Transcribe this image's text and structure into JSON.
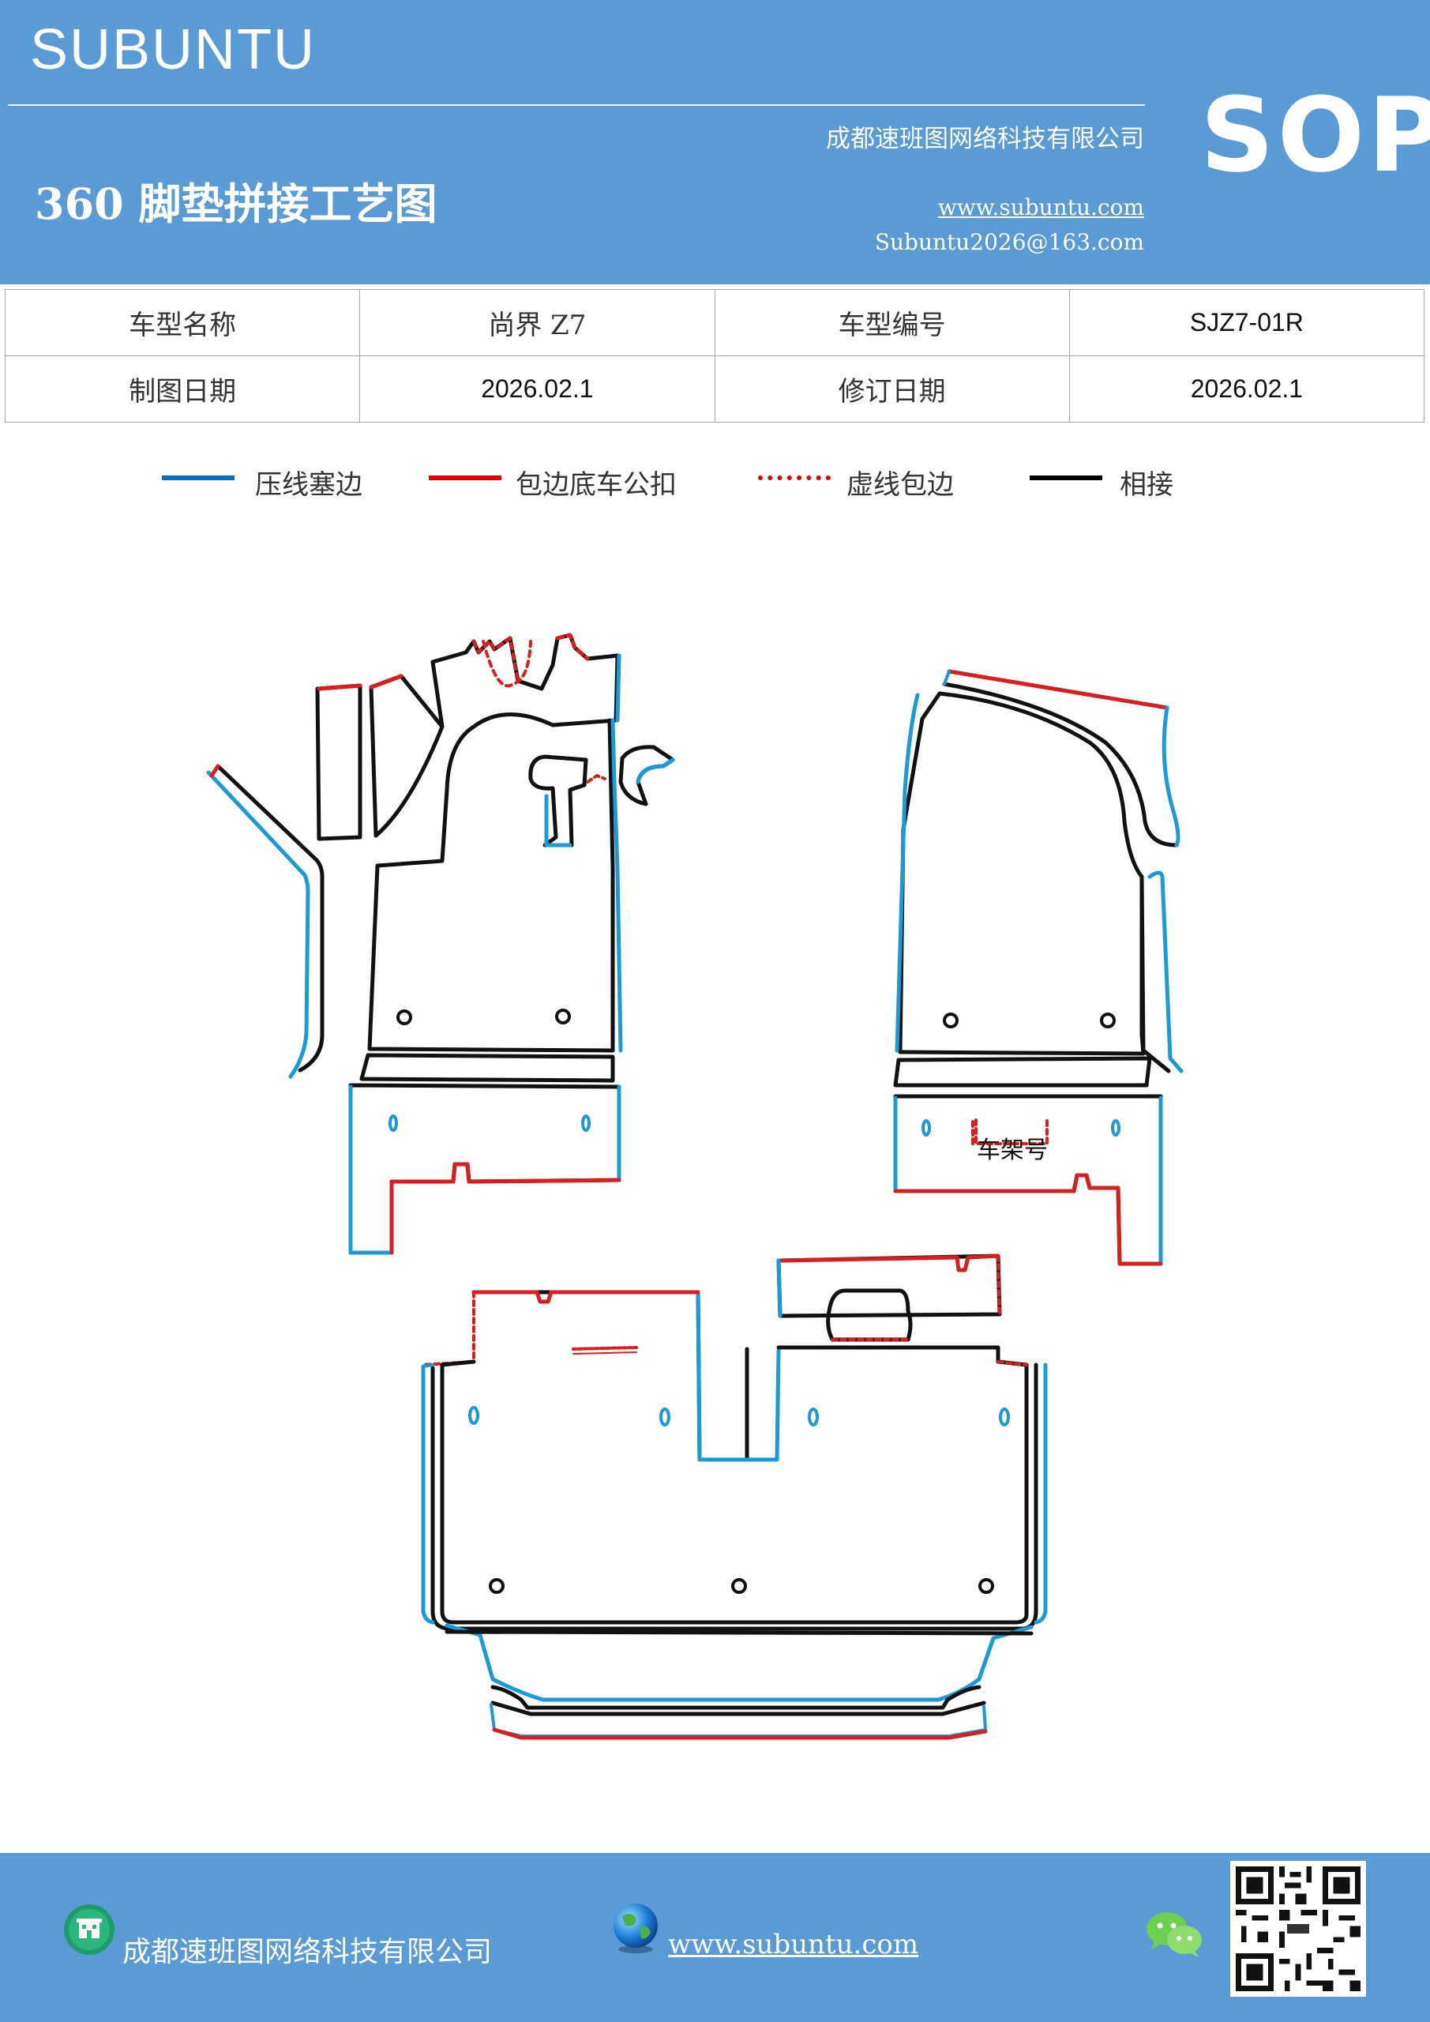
{
  "header": {
    "brand": "SUBUNTU",
    "company": "成都速班图网络科技有限公司",
    "badge": "SOP",
    "title": "360 脚垫拼接工艺图",
    "website": "www.subuntu.com",
    "email": "Subuntu2026@163.com"
  },
  "info_table": {
    "model_name_label": "车型名称",
    "model_name_value": "尚界 Z7",
    "model_code_label": "车型编号",
    "model_code_value": "SJZ7-01R",
    "draw_date_label": "制图日期",
    "draw_date_value": "2026.02.1",
    "revise_date_label": "修订日期",
    "revise_date_value": "2026.02.1"
  },
  "legend": [
    {
      "label": "压线塞边",
      "color": "#0070c0",
      "style": "solid"
    },
    {
      "label": "包边底车公扣",
      "color": "#e00000",
      "style": "solid"
    },
    {
      "label": "虚线包边",
      "color": "#e00000",
      "style": "dashed"
    },
    {
      "label": "相接",
      "color": "#000000",
      "style": "solid"
    }
  ],
  "diagram": {
    "frame_label": "车架号"
  },
  "footer": {
    "company": "成都速班图网络科技有限公司",
    "website": "www.subuntu.com"
  },
  "colors": {
    "brand_blue": "#5b9bd5",
    "press_line": "#1a9ad6",
    "edge_red": "#d81e1e",
    "joint_black": "#111111"
  },
  "icons": [
    "building-icon",
    "globe-icon",
    "wechat-icon",
    "qr-code"
  ]
}
